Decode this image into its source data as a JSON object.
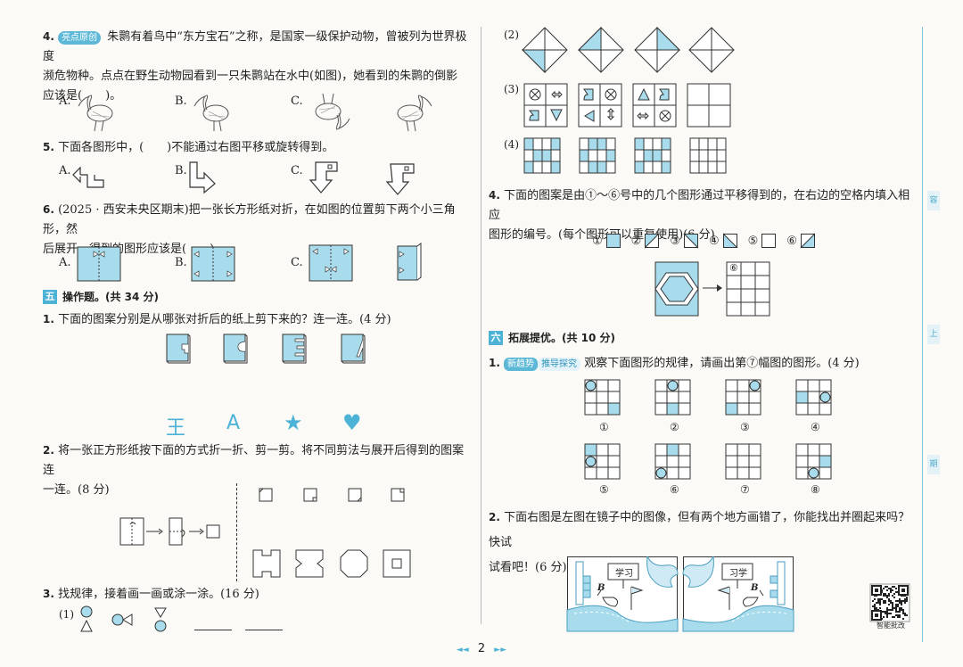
{
  "colors": {
    "accent": "#4db3d6",
    "fill": "#a8dcec",
    "line": "#333333"
  },
  "left": {
    "q4": {
      "num": "4.",
      "tag": "亮点原创",
      "line1": "朱鹮有着鸟中“东方宝石”之称，是国家一级保护动物，曾被列为世界极度",
      "line2": "濒危物种。点点在野生动物园看到一只朱鹮站在水中(如图)，她看到的朱鹮的倒影",
      "line3": "应该是(　　)。",
      "options": [
        "A.",
        "B.",
        "C."
      ]
    },
    "q5": {
      "num": "5.",
      "text": "下面各图形中，(　　)不能通过右图平移或旋转得到。",
      "options": [
        "A.",
        "B.",
        "C."
      ]
    },
    "q6": {
      "num": "6.",
      "line1": "(2025 · 西安未央区期末)把一张长方形纸对折，在如图的位置剪下两个小三角形，然",
      "line2": "后展开，得到的图形应该是(　　)。",
      "options": [
        "A.",
        "B.",
        "C."
      ]
    },
    "section5": {
      "badge": "五",
      "title": "操作题。(共 34 分)"
    },
    "op1": {
      "num": "1.",
      "text": "下面的图案分别是从哪张对折后的纸上剪下来的？连一连。(4 分)",
      "glyphs": [
        "王",
        "A",
        "★",
        "♥"
      ]
    },
    "op2": {
      "num": "2.",
      "line1": "将一张正方形纸按下面的方式折一折、剪一剪。将不同剪法与展开后得到的图案连",
      "line2": "一连。(8 分)"
    },
    "op3": {
      "num": "3.",
      "text": "找规律，接着画一画或涂一涂。(16 分)",
      "sub1": "(1)"
    }
  },
  "right": {
    "sub2": "(2)",
    "sub3": "(3)",
    "sub4": "(4)",
    "q4": {
      "num": "4.",
      "line1": "下面的图案是由①～⑥号中的几个图形通过平移得到的，在右边的空格内填入相应",
      "line2": "图形的编号。(每个图形可以重复使用)(6 分)",
      "labels": [
        "①",
        "②",
        "③",
        "④",
        "⑤",
        "⑥"
      ],
      "grid_first": "⑥"
    },
    "section6": {
      "badge": "六",
      "title": "拓展提优。(共 10 分)"
    },
    "e1": {
      "num": "1.",
      "tag1": "新趋势",
      "tag2": "推导探究",
      "text": "观察下面图形的规律，请画出第⑦幅图的图形。(4 分)",
      "labels": [
        "①",
        "②",
        "③",
        "④",
        "⑤",
        "⑥",
        "⑦",
        "⑧"
      ]
    },
    "e2": {
      "num": "2.",
      "line1": "下面右图是左图在镜子中的图像，但有两个地方画错了，你能找出并圈起来吗？快试",
      "line2": "试看吧！(6 分)",
      "sign_left": "学习",
      "sign_right": "习学",
      "letter": "B"
    },
    "qr_label": "智能批改",
    "side_tabs": [
      "容",
      "上",
      "期"
    ]
  },
  "footer": {
    "page": "2",
    "left_arrow": "◄◄",
    "right_arrow": "►►"
  }
}
